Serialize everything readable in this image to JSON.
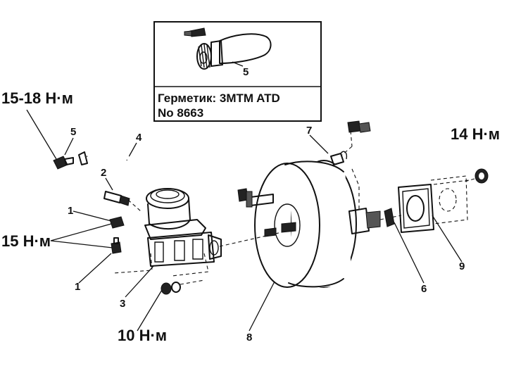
{
  "inset": {
    "sealant_line1": "Герметик: 3MTM ATD",
    "sealant_line2": "No 8663",
    "part_label": "5"
  },
  "callouts": {
    "p1_upper": "1",
    "p1_lower": "1",
    "p2": "2",
    "p3": "3",
    "p4": "4",
    "p5": "5",
    "p6": "6",
    "p7": "7",
    "p8": "8",
    "p9": "9"
  },
  "torques": {
    "t_15_18": "15-18 Н·м",
    "t_15": "15 Н·м",
    "t_10": "10 Н·м",
    "t_14": "14 Н·м"
  }
}
